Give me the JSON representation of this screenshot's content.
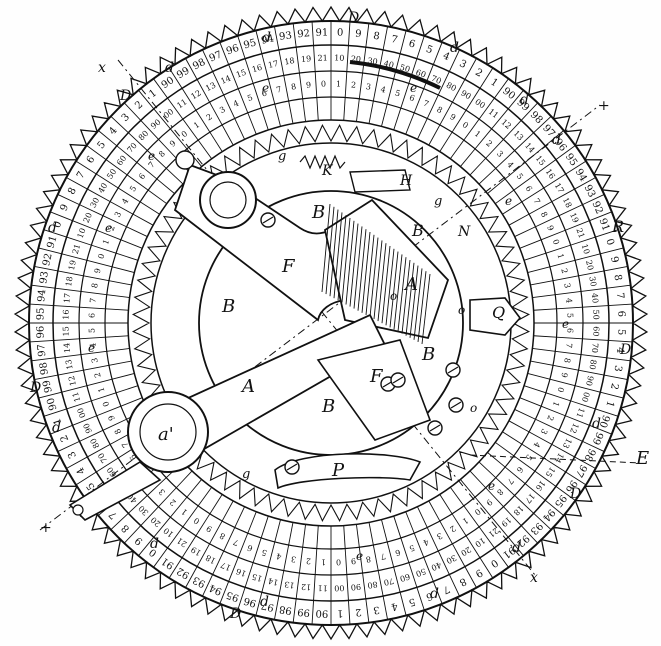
{
  "figure": {
    "ink_color": "#111111",
    "paper_color": "#fefefe",
    "labels": {
      "A_1": "A",
      "A_2": "A",
      "B_1": "B",
      "B_2": "B",
      "B_3": "B",
      "B_4": "B",
      "B_5": "B",
      "F_1": "F",
      "F_2": "F",
      "K": "K",
      "H": "H",
      "P": "P",
      "Q": "Q",
      "N": "N",
      "R": "R",
      "E": "E",
      "a_prime": "a'",
      "D_top": "D",
      "D_left_upper": "D",
      "D_left": "D",
      "D_bottom": "D",
      "D_right": "D",
      "D_right_lower": "D",
      "d_1": "d",
      "d_2": "d",
      "d_3": "d",
      "d_4": "d",
      "d_5": "d",
      "d_6": "d",
      "d_7": "d",
      "d_8": "d",
      "d_9": "d",
      "d_10": "d",
      "d_11": "d",
      "d_12": "d",
      "e_1": "e",
      "e_2": "e",
      "e_3": "e",
      "e_4": "e",
      "e_5": "e",
      "e_6": "e",
      "e_7": "e",
      "e_8": "e",
      "e_9": "e",
      "g_1": "g",
      "g_2": "g",
      "g_3": "g",
      "x_top": "x",
      "x_bottom": "x",
      "plus_1": "+",
      "plus_2": "+",
      "o_1": "o",
      "o_2": "o",
      "o_3": "o"
    },
    "outer_ring_numbers": [
      "0",
      "9",
      "8",
      "7",
      "6",
      "5",
      "4",
      "3",
      "2",
      "1",
      "90",
      "99",
      "98",
      "97",
      "96",
      "95",
      "94",
      "93",
      "92",
      "91"
    ],
    "middle_ring_numbers": [
      "10",
      "20",
      "30",
      "40",
      "50",
      "60",
      "70",
      "80",
      "90",
      "00",
      "11",
      "12",
      "13",
      "14",
      "15",
      "16",
      "17",
      "18",
      "19",
      "21"
    ],
    "inner_ring_numbers": [
      "1",
      "2",
      "3",
      "4",
      "5",
      "6",
      "7",
      "8",
      "9",
      "0",
      "1",
      "2",
      "3",
      "4",
      "5",
      "6",
      "7",
      "8",
      "9",
      "0"
    ],
    "right_scale_numbers": [
      "10",
      "09",
      "08",
      "07",
      "06",
      "05",
      "04",
      "03",
      "02",
      "01",
      "00",
      "99",
      "98",
      "97",
      "96",
      "95",
      "94",
      "93",
      "92",
      "91"
    ]
  }
}
